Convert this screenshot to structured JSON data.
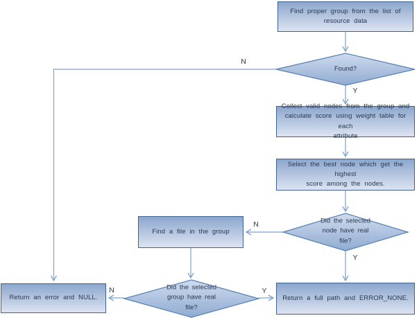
{
  "diagram": {
    "background": "#ffffff",
    "nodes": {
      "find_group": {
        "type": "process",
        "label": "Find proper group from the list of\nresource data"
      },
      "found": {
        "type": "decision",
        "label": "Found?"
      },
      "collect_nodes": {
        "type": "process",
        "label": "Collect valid nodes from the group and\ncalculate score using weight table for each\nattribute"
      },
      "select_best": {
        "type": "process",
        "label": "Select the best node which get the highest\nscore among the nodes."
      },
      "node_has_real_file": {
        "type": "decision",
        "label": "Did the selected\nnode have real\nfile?"
      },
      "find_file": {
        "type": "process",
        "label": "Find a file in the group"
      },
      "group_has_real_file": {
        "type": "decision",
        "label": "Did the selected\ngroup have real\nfile?"
      },
      "return_error": {
        "type": "process",
        "label": "Return an error and NULL."
      },
      "return_full_path": {
        "type": "process",
        "label": "Return a full path and ERROR_NONE."
      }
    },
    "branch_labels": {
      "found_no": "N",
      "found_yes": "Y",
      "node_file_no": "N",
      "node_file_yes": "Y",
      "group_file_no": "N",
      "group_file_yes": "Y"
    },
    "colors": {
      "process_border": "#40618f",
      "process_fill_top": "#8ca7cd",
      "process_fill_bottom": "#dce4f2",
      "decision_border": "#5580b2",
      "decision_fill_top": "#cfdbee",
      "decision_fill_bottom": "#90abd1",
      "connector": "#7ca2ce",
      "text": "#2a3850"
    }
  }
}
